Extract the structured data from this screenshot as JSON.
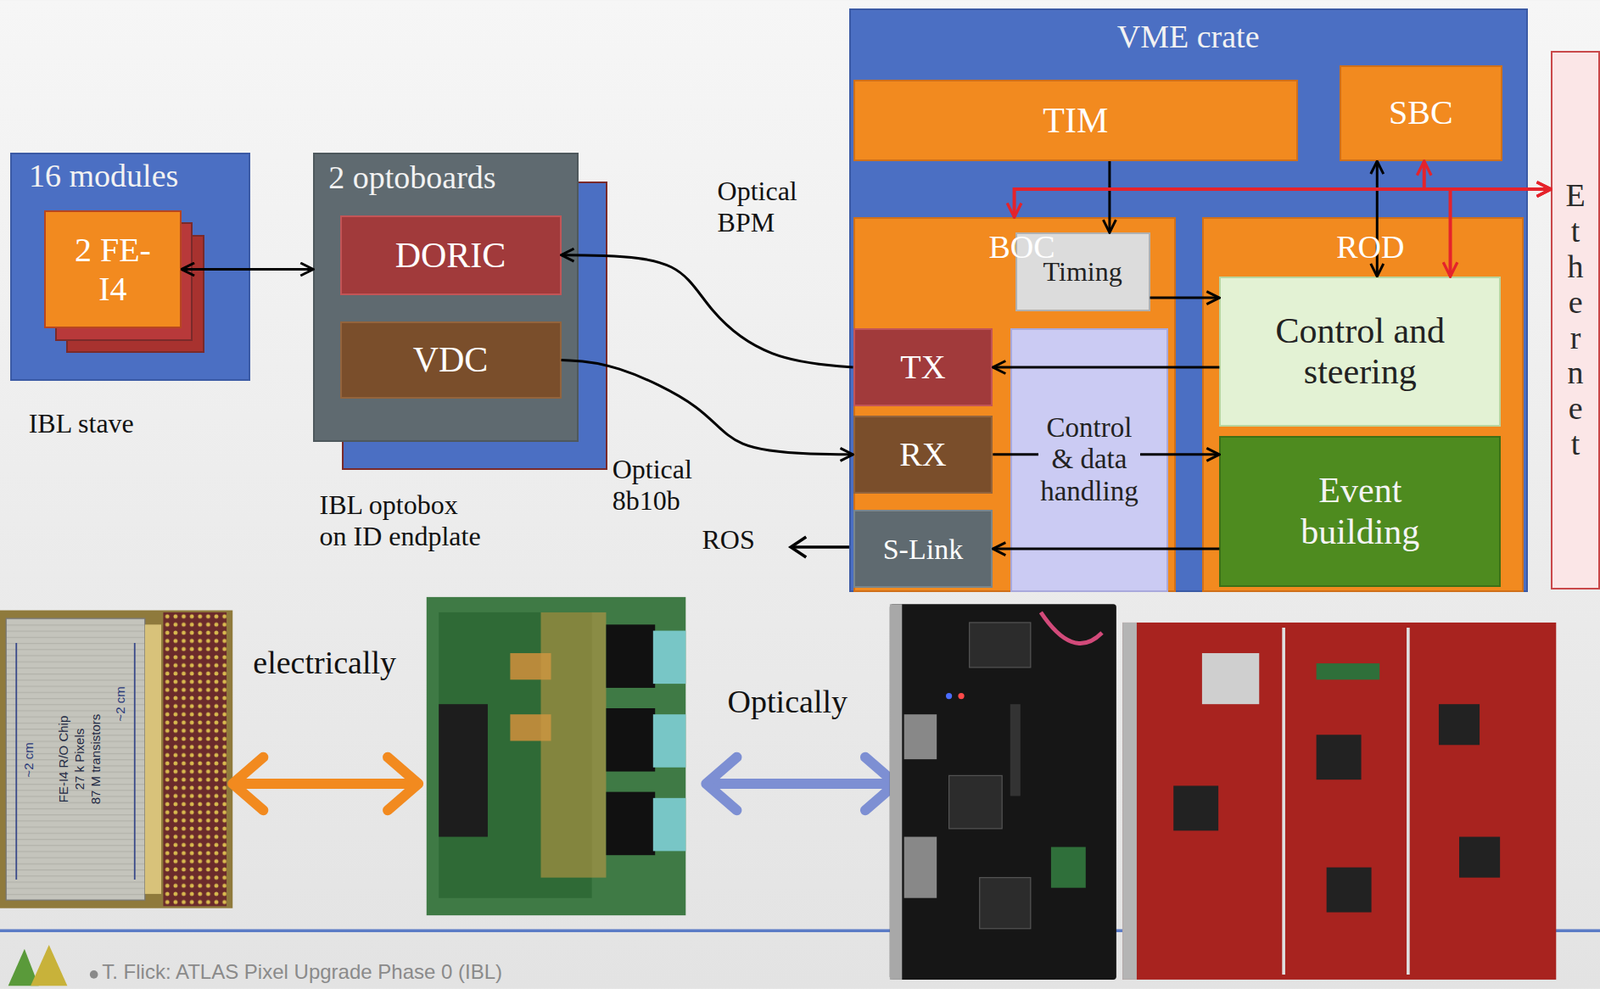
{
  "diagram": {
    "nodes": [
      {
        "text": [
          "16 modules"
        ]
      },
      {
        "text": [
          "2 FE-I4"
        ],
        "in": 0
      },
      {
        "text": [
          "2 optoboards"
        ]
      },
      {
        "text": [
          "DORIC"
        ],
        "in": 2
      },
      {
        "text": [
          "VDC"
        ],
        "in": 2
      },
      {
        "text": [
          "VME crate"
        ]
      },
      {
        "text": [
          "TIM"
        ],
        "in": 5
      },
      {
        "text": [
          "SBC"
        ],
        "in": 5
      },
      {
        "text": [
          "BOC"
        ],
        "in": 5
      },
      {
        "text": [
          "Timing"
        ],
        "in": 8
      },
      {
        "text": [
          "TX"
        ],
        "in": 8
      },
      {
        "text": [
          "RX"
        ],
        "in": 8
      },
      {
        "text": [
          "S-Link"
        ],
        "in": 8
      },
      {
        "text": [
          "Control & data handling"
        ],
        "in": 8
      },
      {
        "text": [
          "ROD"
        ],
        "in": 5
      },
      {
        "text": [
          "Control and steering"
        ],
        "in": 14
      },
      {
        "text": [
          "Event building"
        ],
        "in": 14
      },
      {
        "text": [
          "Ethernet"
        ]
      }
    ],
    "edges": [
      {
        "from": 1,
        "to": 2,
        "arrow": "both"
      },
      {
        "from": 10,
        "to": 3,
        "arrow": "to"
      },
      {
        "from": 4,
        "to": 11,
        "arrow": "to"
      },
      {
        "from": 6,
        "to": 9,
        "arrow": "to"
      },
      {
        "from": 9,
        "to": 15,
        "arrow": "to"
      },
      {
        "from": 15,
        "to": 10,
        "arrow": "to"
      },
      {
        "from": 11,
        "to": 16,
        "arrow": "to"
      },
      {
        "from": 16,
        "to": 12,
        "arrow": "to"
      },
      {
        "from": 7,
        "to": 15,
        "arrow": "both"
      },
      {
        "from": 17,
        "to": 7,
        "arrow": "both"
      },
      {
        "from": 17,
        "to": 8,
        "arrow": "both"
      },
      {
        "from": 17,
        "to": 15,
        "arrow": "both"
      }
    ],
    "labels": [
      "IBL stave",
      "IBL optobox on ID endplate",
      "Optical BPM",
      "Optical 8b10b",
      "ROS",
      "electrically",
      "Optically",
      "T. Flick: ATLAS Pixel Upgrade Phase 0 (IBL)",
      "FE-I4 R/O Chip",
      "27 k Pixels",
      "87 M transistors",
      "~2 cm",
      "~2 cm"
    ]
  }
}
